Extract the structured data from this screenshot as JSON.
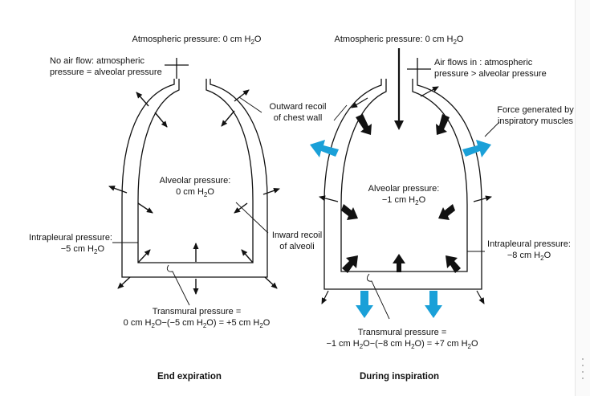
{
  "left": {
    "atm": {
      "pre": "Atmospheric pressure: 0 cm H",
      "sub": "2",
      "post": "O"
    },
    "noflow_1": "No air flow: atmospheric",
    "noflow_2": "pressure = alveolar pressure",
    "alv_1": "Alveolar pressure:",
    "alv_2": {
      "pre": "0 cm H",
      "sub": "2",
      "post": "O"
    },
    "ip_1": "Intrapleural pressure:",
    "ip_2": {
      "pre": "−5 cm H",
      "sub": "2",
      "post": "O"
    },
    "tm_1": "Transmural pressure =",
    "tm_2": {
      "a": "0 cm H",
      "s1": "2",
      "b": "O−(−5 cm H",
      "s2": "2",
      "c": "O) = +5 cm H",
      "s3": "2",
      "d": "O"
    },
    "caption": "End expiration"
  },
  "middle": {
    "chest_1": "Outward recoil",
    "chest_2": "of chest wall",
    "alveoli_1": "Inward recoil",
    "alveoli_2": "of alveoli"
  },
  "right": {
    "atm": {
      "pre": "Atmospheric pressure: 0 cm H",
      "sub": "2",
      "post": "O"
    },
    "flow_1": "Air flows in : atmospheric",
    "flow_2": "pressure > alveolar pressure",
    "force_1": "Force generated by",
    "force_2": "inspiratory muscles",
    "alv_1": "Alveolar pressure:",
    "alv_2": {
      "pre": "−1 cm H",
      "sub": "2",
      "post": "O"
    },
    "ip_1": "Intrapleural pressure:",
    "ip_2": {
      "pre": "−8 cm H",
      "sub": "2",
      "post": "O"
    },
    "tm_1": "Transmural pressure =",
    "tm_2": {
      "a": "−1 cm H",
      "s1": "2",
      "b": "O−(−8 cm H",
      "s2": "2",
      "c": "O) = +7 cm H",
      "s3": "2",
      "d": "O"
    },
    "caption": "During inspiration"
  },
  "colors": {
    "line": "#111111",
    "accent": "#1aa0d8"
  }
}
